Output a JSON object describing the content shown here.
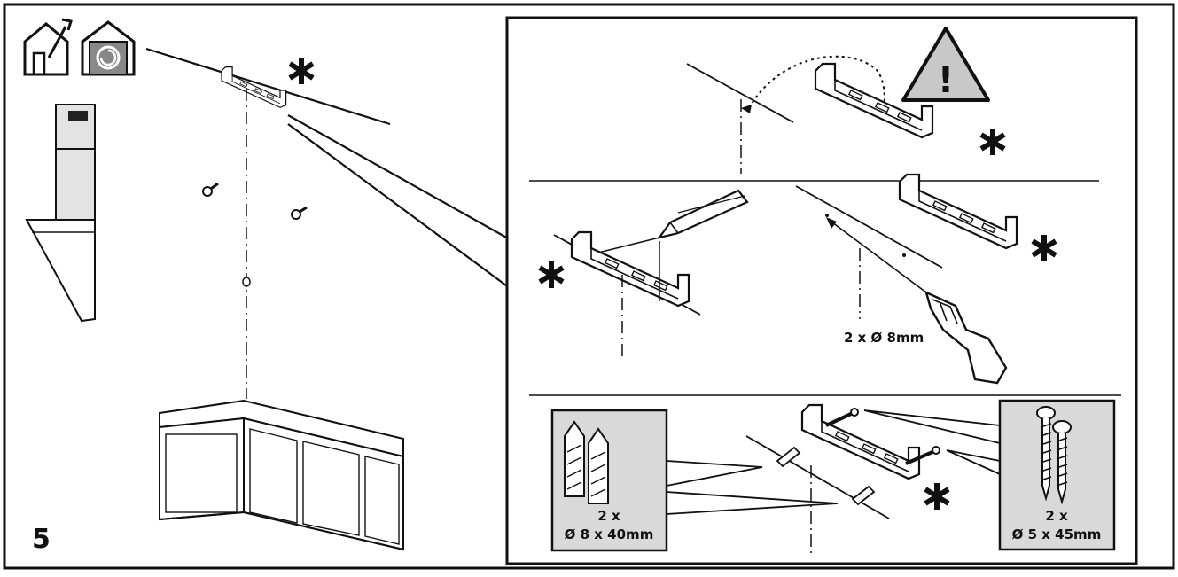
{
  "step_number": "5",
  "labels": {
    "drill_spec": "2 x Ø 8mm",
    "plug_count": "2 x",
    "plug_size": "Ø 8 x 40mm",
    "screw_count": "2 x",
    "screw_size": "Ø 5 x 45mm",
    "asterisk": "*",
    "warning_mark": "!"
  },
  "icons": {
    "outside_venting": "house-with-duct-icon",
    "recirculation": "house-with-filter-icon",
    "warning": "warning-triangle-icon",
    "pencil": "pencil-icon",
    "drill": "drill-icon",
    "wall_plug": "wall-plug-icon",
    "screw": "screw-icon"
  },
  "colors": {
    "line": "#111111",
    "panel_fill": "#d9d9d9",
    "warning_fill": "#c8c8c8"
  }
}
